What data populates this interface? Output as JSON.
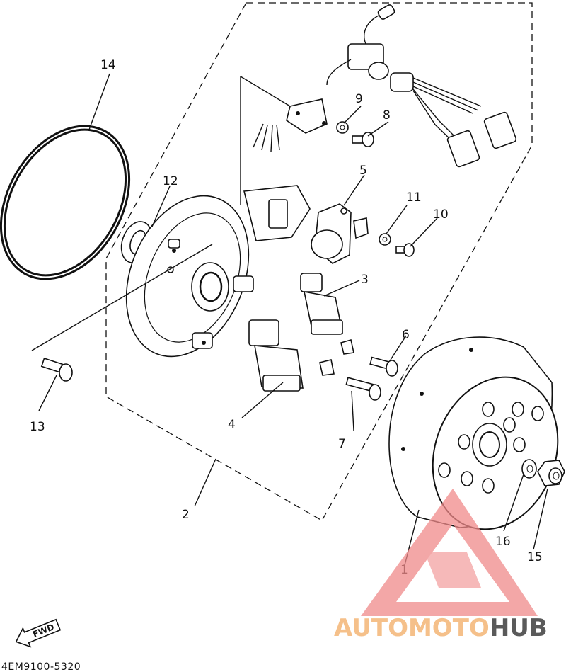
{
  "diagram": {
    "parts": [
      {
        "ref": "1"
      },
      {
        "ref": "2"
      },
      {
        "ref": "3"
      },
      {
        "ref": "4"
      },
      {
        "ref": "5"
      },
      {
        "ref": "6"
      },
      {
        "ref": "7"
      },
      {
        "ref": "8"
      },
      {
        "ref": "9"
      },
      {
        "ref": "10"
      },
      {
        "ref": "11"
      },
      {
        "ref": "12"
      },
      {
        "ref": "13"
      },
      {
        "ref": "14"
      },
      {
        "ref": "15"
      },
      {
        "ref": "16"
      }
    ],
    "fwd_label": "FWD",
    "drawing_code": "4EM9100-5320"
  },
  "watermark": {
    "brand_part1": "AUTOMOTO",
    "brand_part2": "HUB",
    "colors": {
      "logo": "#f08a8a",
      "brand_part1": "#f5c08a",
      "brand_part2": "#5a5a5a"
    }
  }
}
